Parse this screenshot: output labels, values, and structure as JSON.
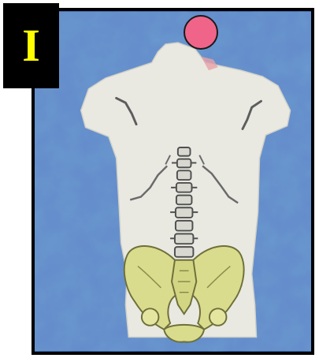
{
  "panel": {
    "label": "I",
    "label_color": "#ffff00",
    "label_bg": "#000000"
  },
  "colors": {
    "background": "#2f5fa3",
    "torso": "#e9e9e2",
    "skeleton_outline": "#555555",
    "pelvis": "#d9dc8c",
    "marker": "#f0648a"
  },
  "icons": {
    "figure": "torso-skeleton-illustration",
    "marker": "pink-dot-marker"
  }
}
